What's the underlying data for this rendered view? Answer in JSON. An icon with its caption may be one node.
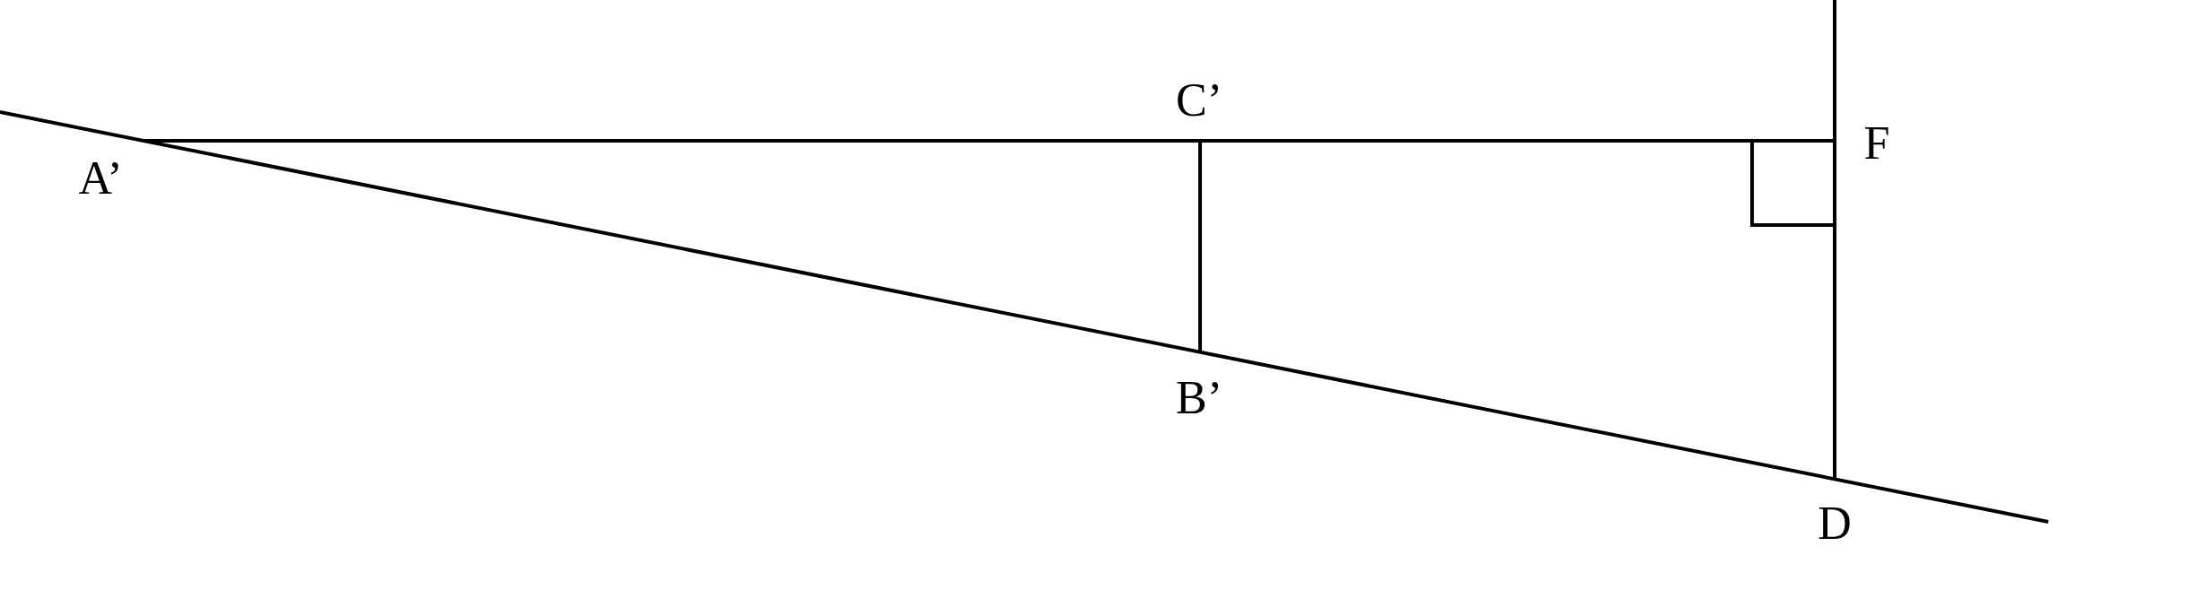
{
  "diagram": {
    "labels": [
      "C’",
      "A’",
      "F",
      "B’",
      "D"
    ]
  }
}
